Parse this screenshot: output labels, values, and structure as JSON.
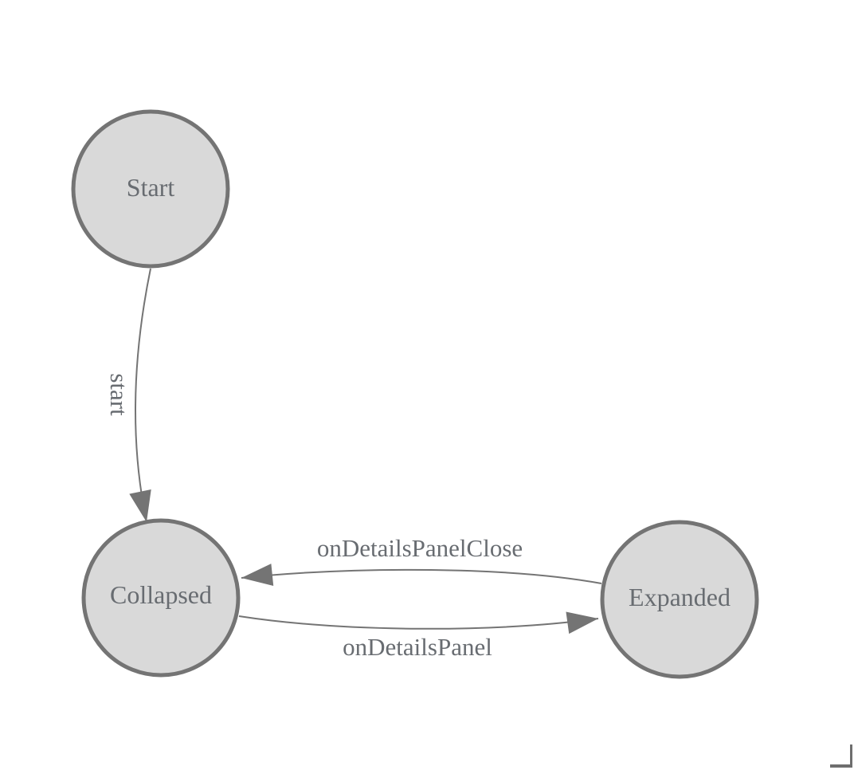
{
  "diagram": {
    "type": "state-machine",
    "nodes": [
      {
        "id": "start",
        "label": "Start"
      },
      {
        "id": "collapsed",
        "label": "Collapsed"
      },
      {
        "id": "expanded",
        "label": "Expanded"
      }
    ],
    "edges": [
      {
        "from": "Start",
        "to": "Collapsed",
        "label": "start"
      },
      {
        "from": "Expanded",
        "to": "Collapsed",
        "label": "onDetailsPanelClose"
      },
      {
        "from": "Collapsed",
        "to": "Expanded",
        "label": "onDetailsPanel"
      }
    ]
  },
  "colors": {
    "background": "#ffffff",
    "node_fill": "#d9d9d9",
    "node_stroke": "#747474",
    "edge_stroke": "#747474",
    "arrow_fill": "#747474",
    "label_text": "#686c71",
    "corner_mark": "#6e6e6e"
  }
}
